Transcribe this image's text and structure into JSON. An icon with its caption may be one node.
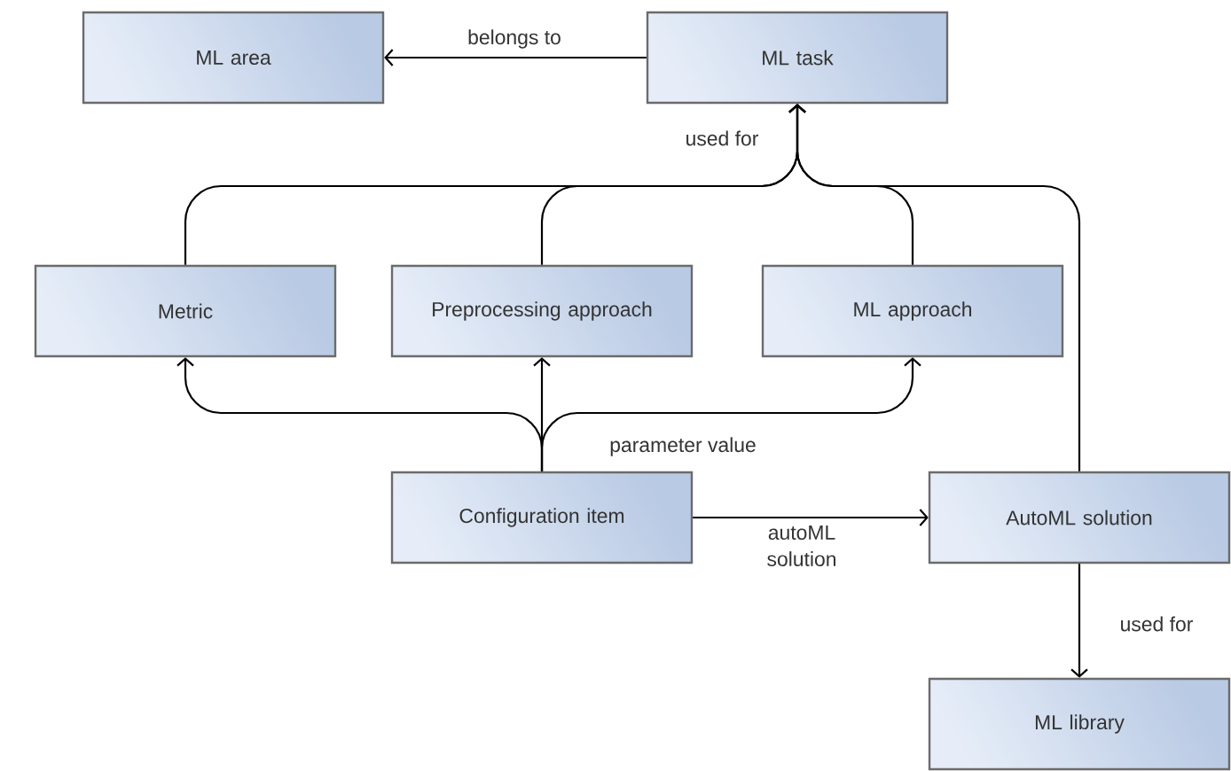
{
  "diagram": {
    "nodes": [
      {
        "text": [
          "ML area"
        ]
      },
      {
        "text": [
          "ML task"
        ]
      },
      {
        "text": [
          "Metric"
        ]
      },
      {
        "text": [
          "Preprocessing approach"
        ]
      },
      {
        "text": [
          "ML approach"
        ]
      },
      {
        "text": [
          "Configuration item"
        ]
      },
      {
        "text": [
          "AutoML solution"
        ]
      },
      {
        "text": [
          "ML library"
        ]
      }
    ],
    "edges": [
      {
        "from": 1,
        "to": 0,
        "arrow": "to",
        "label": "belongs to"
      },
      {
        "from": 2,
        "to": 1,
        "arrow": "to",
        "label": "used for"
      },
      {
        "from": 3,
        "to": 1,
        "arrow": "to"
      },
      {
        "from": 4,
        "to": 1,
        "arrow": "to"
      },
      {
        "from": 6,
        "to": 1,
        "arrow": "to"
      },
      {
        "from": 5,
        "to": 2,
        "arrow": "to",
        "label": "parameter value"
      },
      {
        "from": 5,
        "to": 3,
        "arrow": "to"
      },
      {
        "from": 5,
        "to": 4,
        "arrow": "to"
      },
      {
        "from": 5,
        "to": 6,
        "arrow": "to",
        "label": "autoML solution"
      },
      {
        "from": 6,
        "to": 7,
        "arrow": "to",
        "label": "used for"
      }
    ]
  }
}
